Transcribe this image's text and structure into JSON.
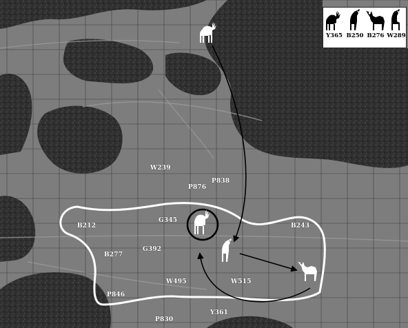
{
  "legend": {
    "items": [
      {
        "id": "Y365",
        "icon": "stag-icon"
      },
      {
        "id": "B250",
        "icon": "hind-icon"
      },
      {
        "id": "B276",
        "icon": "fallow-buck-icon"
      },
      {
        "id": "W289",
        "icon": "hind-icon"
      }
    ]
  },
  "labels": {
    "W239": "W239",
    "P876": "P876",
    "P838": "P838",
    "B212": "B212",
    "G345": "G345",
    "B243": "B243",
    "B277": "B277",
    "G392": "G392",
    "W495": "W495",
    "W515": "W515",
    "P846": "P846",
    "Y361": "Y361",
    "P830": "P830"
  },
  "colors": {
    "grass": "#7a7a7a",
    "trees": "#2e2e2e",
    "outline": "#ffffff",
    "arrow": "#000000",
    "grid": "#2a2a2a"
  }
}
